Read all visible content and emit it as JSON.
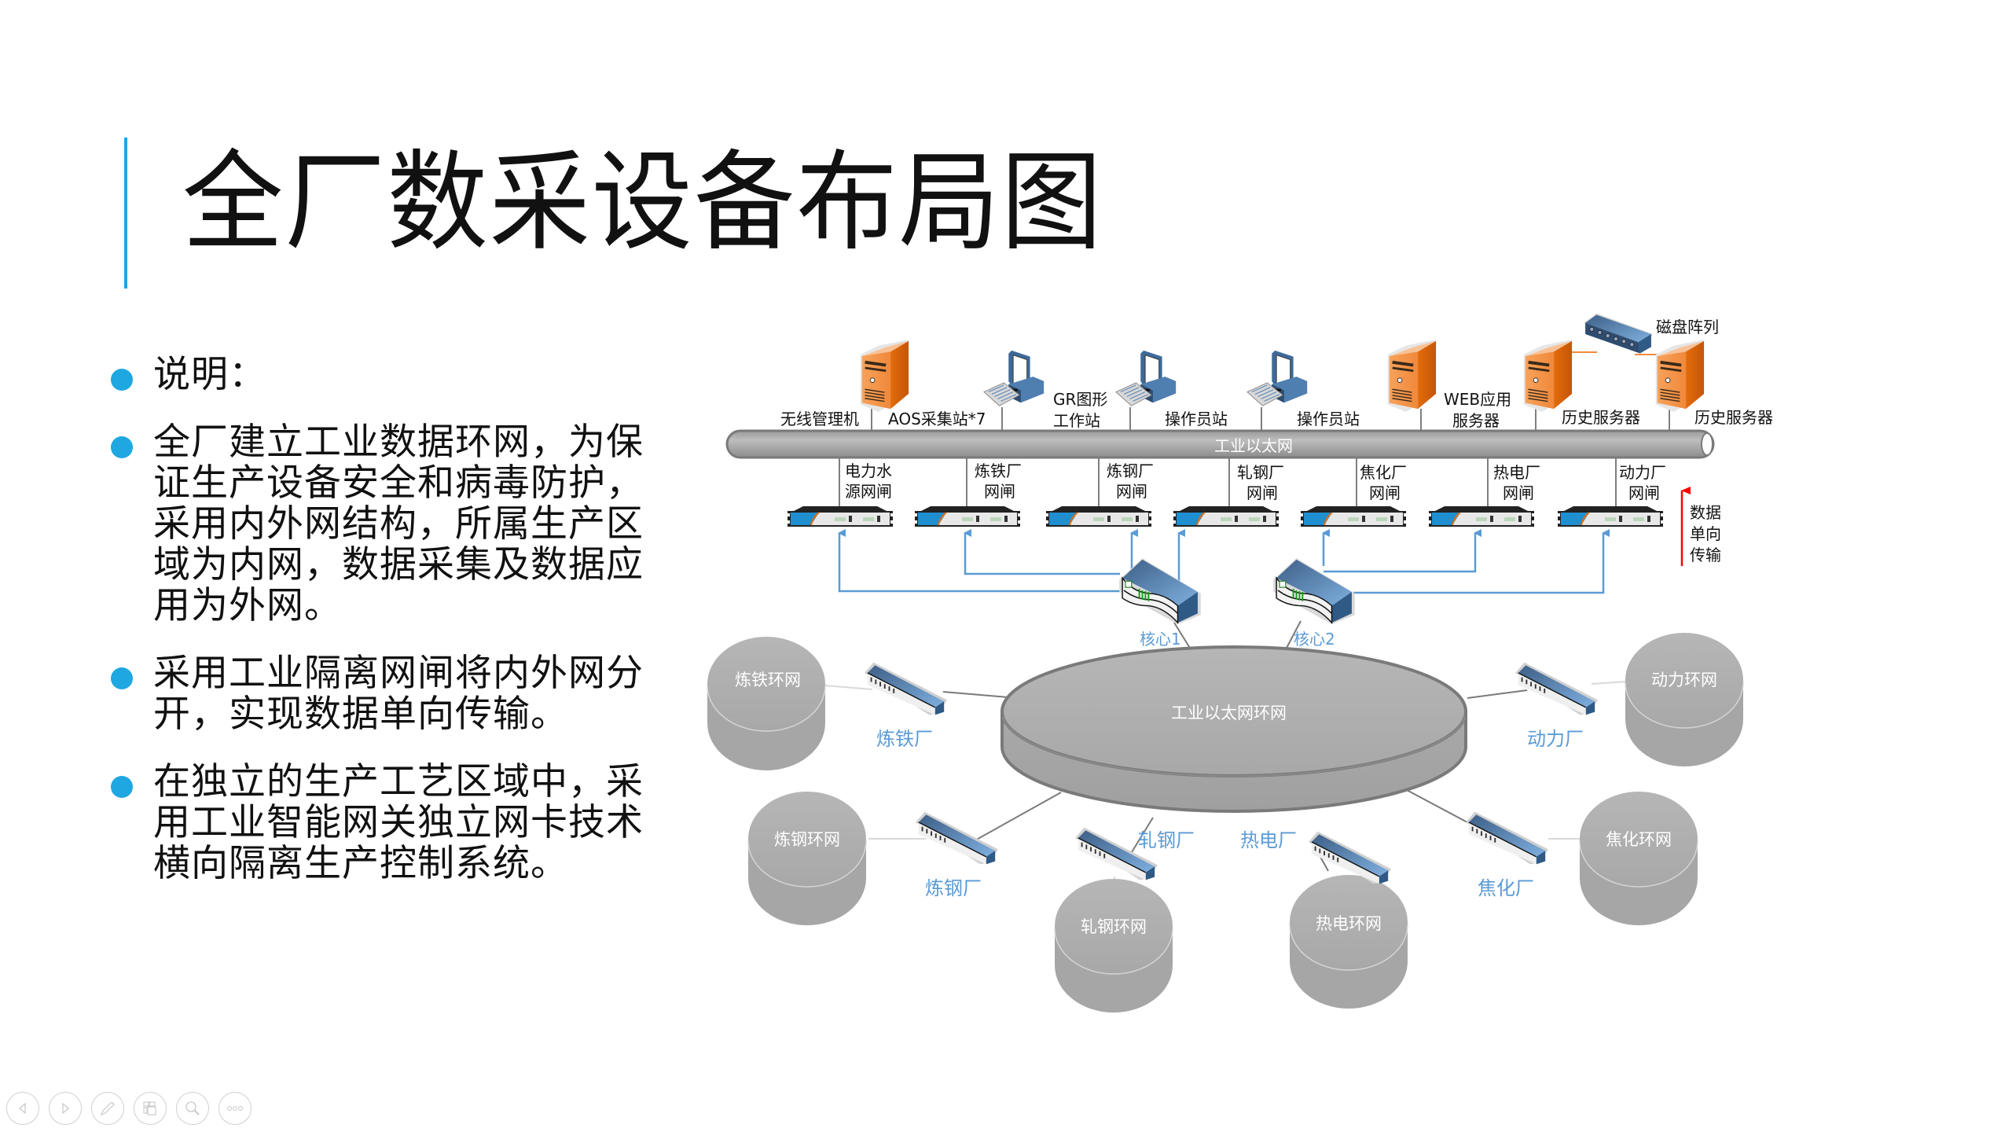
{
  "slide": {
    "title": "全厂数采设备布局图",
    "accent_color": "#1ea7e1",
    "bullets": [
      {
        "text": "说明："
      },
      {
        "text": "全厂建立工业数据环网，为保证生产设备安全和病毒防护，采用内外网结构，所属生产区域为内网，数据采集及数据应用为外网。"
      },
      {
        "text": "采用工业隔离网闸将内外网分开，实现数据单向传输。"
      },
      {
        "text": "在独立的生产工艺区域中，采用工业智能网关独立网卡技术横向隔离生产控制系统。"
      }
    ]
  },
  "diagram": {
    "top_devices": {
      "wireless_mgmt": "无线管理机",
      "aos": "AOS采集站*7",
      "gr_line1": "GR图形",
      "gr_line2": "工作站",
      "operator1": "操作员站",
      "operator2": "操作员站",
      "web_line1": "WEB应用",
      "web_line2": "服务器",
      "history1": "历史服务器",
      "history2": "历史服务器",
      "disk_array": "磁盘阵列"
    },
    "backbone_label": "工业以太网",
    "gateways": [
      {
        "line1": "电力水",
        "line2": "源网闸"
      },
      {
        "line1": "炼铁厂",
        "line2": "网闸"
      },
      {
        "line1": "炼钢厂",
        "line2": "网闸"
      },
      {
        "line1": "轧钢厂",
        "line2": "网闸"
      },
      {
        "line1": "焦化厂",
        "line2": "网闸"
      },
      {
        "line1": "热电厂",
        "line2": "网闸"
      },
      {
        "line1": "动力厂",
        "line2": "网闸"
      }
    ],
    "direction_note": [
      "数据",
      "单向",
      "传输"
    ],
    "cores": [
      "核心1",
      "核心2"
    ],
    "central_ring": "工业以太网环网",
    "plants": [
      {
        "switch_label": "炼铁厂",
        "ring_label": "炼铁环网"
      },
      {
        "switch_label": "炼钢厂",
        "ring_label": "炼钢环网"
      },
      {
        "switch_label": "轧钢厂",
        "ring_label": "轧钢环网"
      },
      {
        "switch_label": "热电厂",
        "ring_label": "热电环网"
      },
      {
        "switch_label": "焦化厂",
        "ring_label": "焦化环网"
      },
      {
        "switch_label": "动力厂",
        "ring_label": "动力环网"
      }
    ],
    "colors": {
      "server_orange": "#e36c0a",
      "link_blue": "#5b9bd5",
      "ring_gray": "#a6a6a6",
      "arrow_red": "#ff0000"
    }
  },
  "toolbar": {
    "icons": [
      "prev-icon",
      "next-icon",
      "pen-icon",
      "slides-icon",
      "zoom-icon",
      "more-icon"
    ]
  }
}
